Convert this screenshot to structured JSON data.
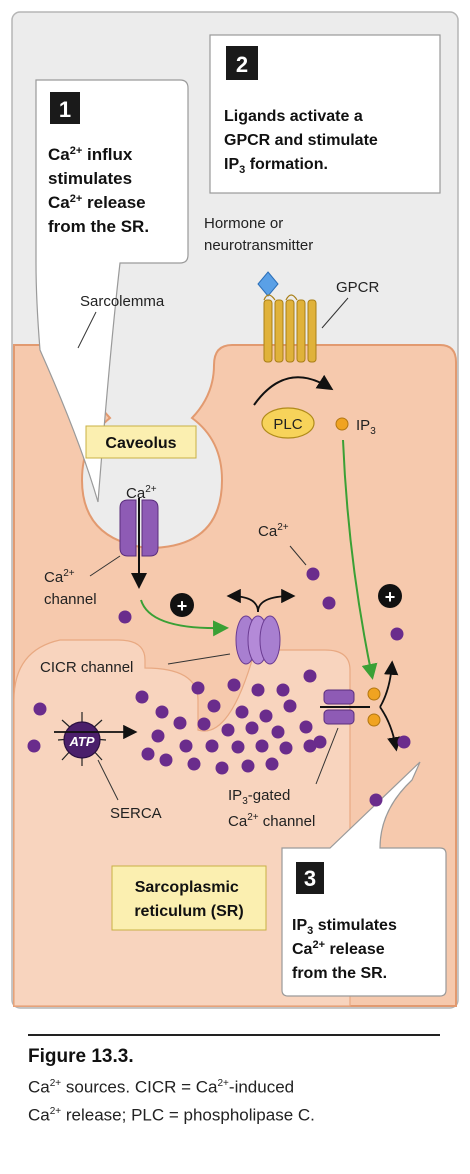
{
  "steps": [
    {
      "num": "1",
      "line1": "Ca",
      "line1_sup": "2+",
      "line1_rest": " influx",
      "line2": "stimulates",
      "line3": "Ca",
      "line3_sup": "2+",
      "line3_rest": " release",
      "line4": "from the SR."
    },
    {
      "num": "2",
      "line1": "Ligands activate a",
      "line2": "GPCR and stimulate",
      "line3": "IP",
      "line3_sub": "3",
      "line3_rest": " formation."
    },
    {
      "num": "3",
      "line1": "IP",
      "line1_sub": "3",
      "line1_rest": " stimulates",
      "line2": "Ca",
      "line2_sup": "2+",
      "line2_rest": " release",
      "line3": "from the SR."
    }
  ],
  "labels": {
    "hormone_line1": "Hormone or",
    "hormone_line2": "neurotransmitter",
    "gpcr": "GPCR",
    "sarcolemma": "Sarcolemma",
    "caveolus": "Caveolus",
    "plc": "PLC",
    "ip3": "IP",
    "ip3_sub": "3",
    "ca_top": "Ca",
    "ca_top_sup": "2+",
    "ca_mid": "Ca",
    "ca_mid_sup": "2+",
    "ca_channel_1": "Ca",
    "ca_channel_1_sup": "2+",
    "ca_channel_2": "channel",
    "cicr_channel": "CICR channel",
    "serca": "SERCA",
    "atp": "ATP",
    "ip3_gated_1": "IP",
    "ip3_gated_1_sub": "3",
    "ip3_gated_1_rest": "-gated",
    "ip3_gated_2": "Ca",
    "ip3_gated_2_sup": "2+",
    "ip3_gated_2_rest": " channel",
    "sr_line1": "Sarcoplasmic",
    "sr_line2": "reticulum (SR)",
    "plus": "+"
  },
  "caption": {
    "title": "Figure 13.3.",
    "ca1": "Ca",
    "ca1_sup": "2+",
    "t1": " sources. CICR = ",
    "ca2": "Ca",
    "ca2_sup": "2+",
    "t2": "-induced",
    "ca3": "Ca",
    "ca3_sup": "2+",
    "t3": " release; PLC = phospholipase C."
  },
  "colors": {
    "panel_bg": "#ececec",
    "cell_fill": "#f6c9ad",
    "sr_fill": "#f9d5bf",
    "calcium": "#6a2c8c",
    "channel": "#8e5bb5",
    "gpcr": "#e0b23a",
    "plc": "#f7d35a",
    "ip3_dot": "#f0a321",
    "caveolus_box": "#fbefb0",
    "arrow_green": "#3aa035"
  }
}
